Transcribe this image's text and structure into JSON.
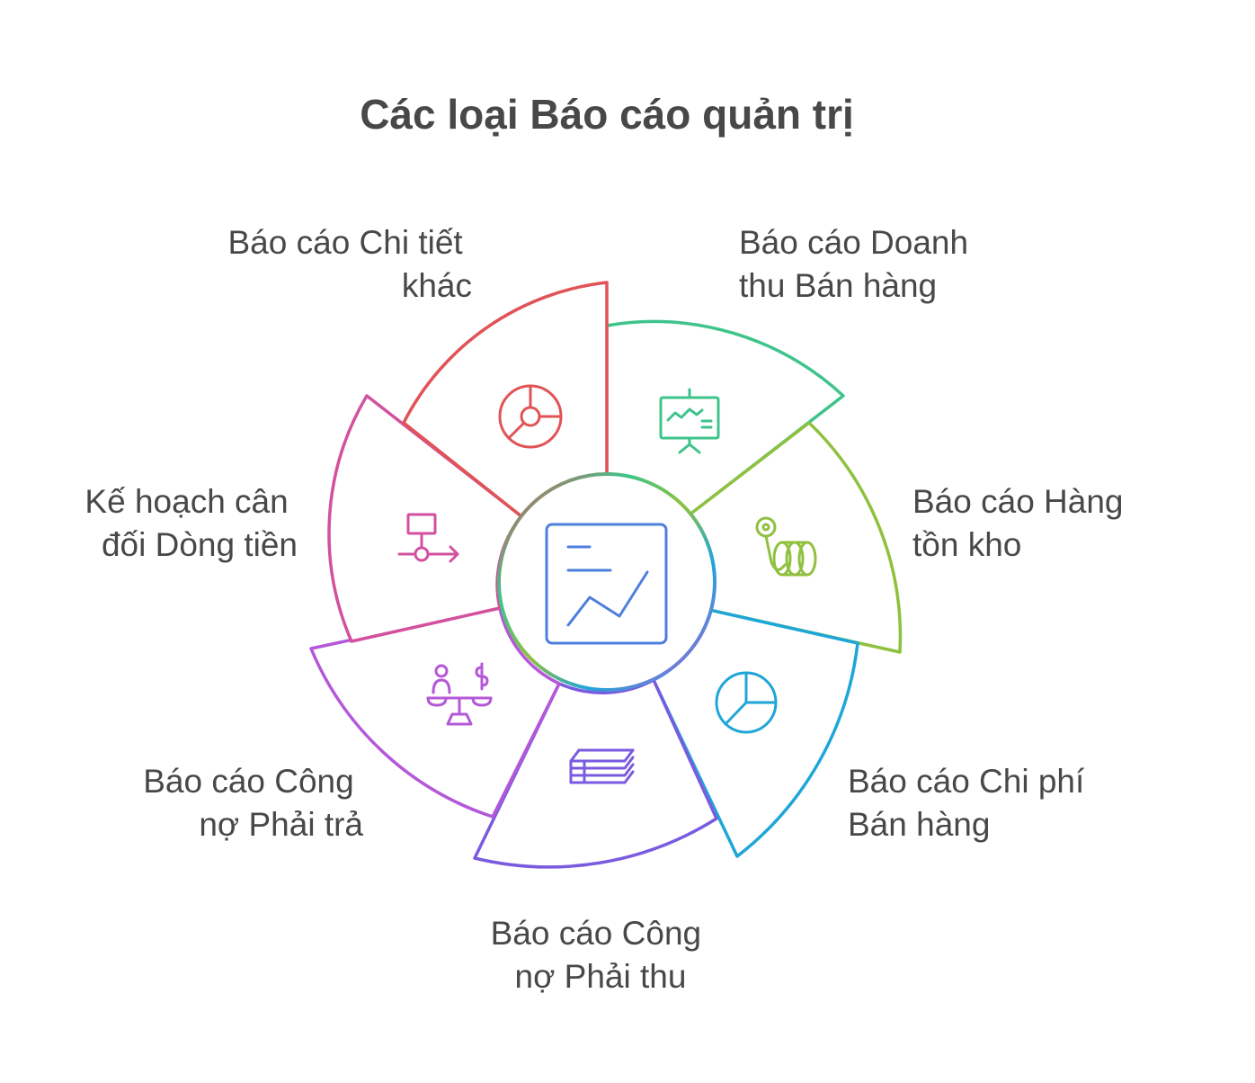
{
  "title": "Các loại Báo cáo quản trị",
  "center": {
    "icon": "line-chart-icon",
    "color": "#4f7fdc"
  },
  "segments": [
    {
      "id": "doanh-thu",
      "label_lines": [
        "Báo cáo Doanh",
        "thu Bán hàng"
      ],
      "icon": "presentation-chart-icon",
      "color": "#3ec48b"
    },
    {
      "id": "hang-ton-kho",
      "label_lines": [
        "Báo cáo Hàng",
        "tồn kho"
      ],
      "icon": "tape-roll-icon",
      "color": "#8fc13f"
    },
    {
      "id": "chi-phi",
      "label_lines": [
        "Báo cáo Chi phí",
        "Bán hàng"
      ],
      "icon": "pie-chart-icon",
      "color": "#1fa6d8"
    },
    {
      "id": "phai-thu",
      "label_lines": [
        "Báo cáo Công",
        "nợ Phải thu"
      ],
      "icon": "money-stack-icon",
      "color": "#7a5be0"
    },
    {
      "id": "phai-tra",
      "label_lines": [
        "Báo cáo Công",
        "nợ Phải trả"
      ],
      "icon": "scale-person-money-icon",
      "color": "#b458d9"
    },
    {
      "id": "dong-tien",
      "label_lines": [
        "Kế hoạch cân",
        "đối Dòng tiền"
      ],
      "icon": "flowchart-icon",
      "color": "#d3509f"
    },
    {
      "id": "chi-tiet-khac",
      "label_lines": [
        "Báo cáo Chi tiết",
        "khác"
      ],
      "icon": "donut-chart-icon",
      "color": "#e05356"
    }
  ]
}
